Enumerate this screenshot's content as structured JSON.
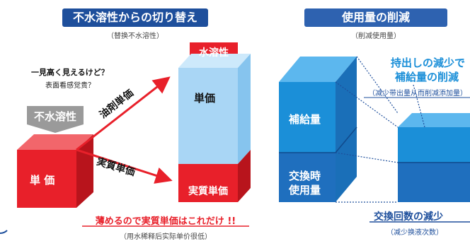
{
  "left": {
    "title": "不水溶性からの切り替え",
    "subtitle": "（替换不水溶性）",
    "note_jp": "一見高く見えるけど？",
    "note_cn": "表面看感觉贵？",
    "old_label": "不水溶性",
    "old_price": "単 価",
    "new_label": "水溶性",
    "new_price": "単価",
    "new_real": "実質単価",
    "arrow_upper": "油剤単価",
    "arrow_lower": "実質単価",
    "conclusion": "薄めるので実質単価はこれだけ !!",
    "conclusion_cn": "（用水稀释后实际单价很低）"
  },
  "right": {
    "title": "使用量の削減",
    "subtitle": "（削减使用量）",
    "supply": "補給量",
    "exchange_line1": "交換時",
    "exchange_line2": "使用量",
    "callout_line1": "持出しの減少で",
    "callout_line2": "補給量の削減",
    "callout_cn": "（减少带出量从而削减添加量）",
    "bottom": "交換回数の減少",
    "bottom_cn": "（减少换液次数）"
  },
  "colors": {
    "red": "#e8202a",
    "dark_blue": "#1e4f9c",
    "header_blue": "#2e62b0",
    "light_blue": "#a9d6f5",
    "blue": "#1b8fd8"
  }
}
